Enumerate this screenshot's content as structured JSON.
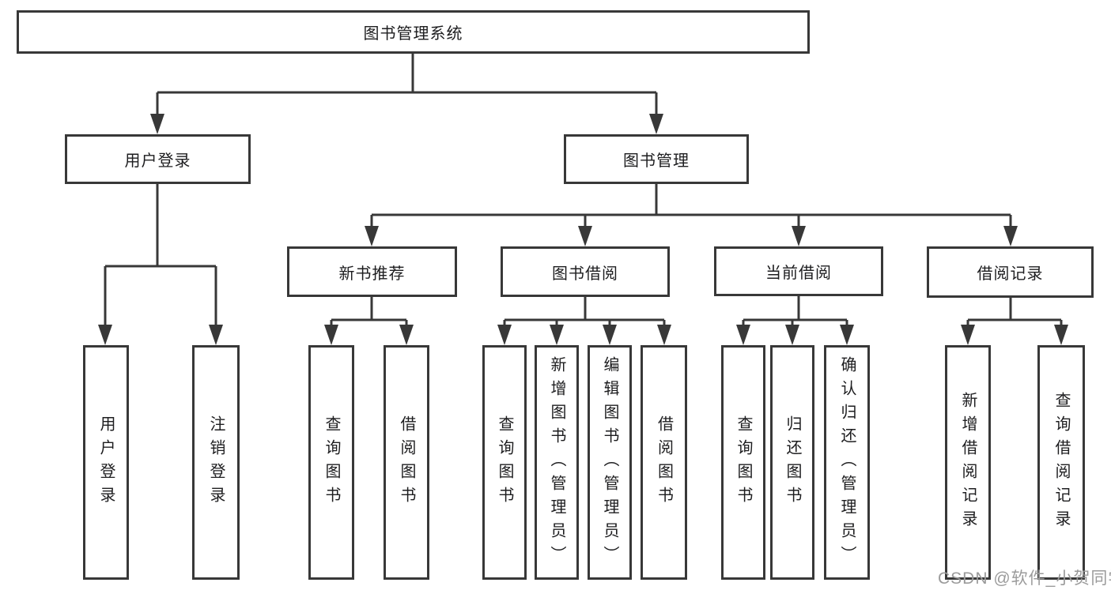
{
  "diagram": {
    "type": "hierarchy-tree",
    "watermark": "CSDN @软件_小贺同学",
    "colors": {
      "line": "#383838",
      "box_border": "#383838",
      "text": "#1d1d1f",
      "watermark": "#9b9b9b",
      "background": "#ffffff"
    },
    "tree": {
      "label": "图书管理系统",
      "children": [
        {
          "label": "用户登录",
          "children": [
            {
              "label": "用户登录"
            },
            {
              "label": "注销登录"
            }
          ]
        },
        {
          "label": "图书管理",
          "children": [
            {
              "label": "新书推荐",
              "children": [
                {
                  "label": "查询图书"
                },
                {
                  "label": "借阅图书"
                }
              ]
            },
            {
              "label": "图书借阅",
              "children": [
                {
                  "label": "查询图书"
                },
                {
                  "label": "新增图书（管理员）"
                },
                {
                  "label": "编辑图书（管理员）"
                },
                {
                  "label": "借阅图书"
                }
              ]
            },
            {
              "label": "当前借阅",
              "children": [
                {
                  "label": "查询图书"
                },
                {
                  "label": "归还图书"
                },
                {
                  "label": "确认归还（管理员）"
                }
              ]
            },
            {
              "label": "借阅记录",
              "children": [
                {
                  "label": "新增借阅记录"
                },
                {
                  "label": "查询借阅记录"
                }
              ]
            }
          ]
        }
      ]
    }
  }
}
